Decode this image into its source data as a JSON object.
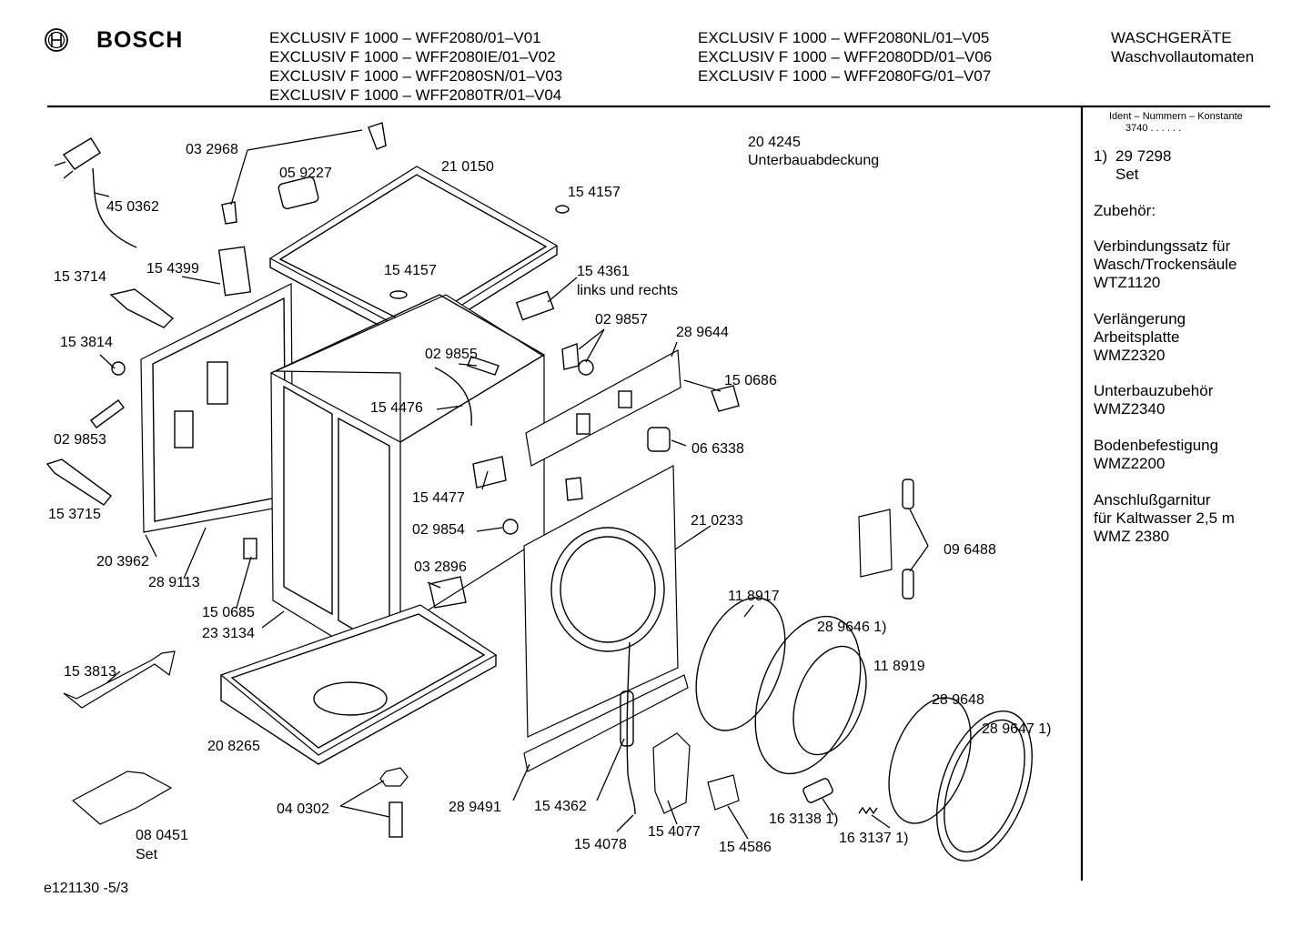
{
  "header": {
    "brand": "BOSCH",
    "models_col1": [
      "EXCLUSIV F 1000 – WFF2080/01–V01",
      "EXCLUSIV F 1000 – WFF2080IE/01–V02",
      "EXCLUSIV F 1000 – WFF2080SN/01–V03",
      "EXCLUSIV F 1000 – WFF2080TR/01–V04"
    ],
    "models_col2": [
      "EXCLUSIV F 1000 – WFF2080NL/01–V05",
      "EXCLUSIV F 1000 – WFF2080DD/01–V06",
      "EXCLUSIV F 1000 – WFF2080FG/01–V07"
    ],
    "category_line1": "WASCHGERÄTE",
    "category_line2": "Waschvollautomaten"
  },
  "sidebar": {
    "ident_heading": "Ident – Nummern – Konstante",
    "ident_value": "3740  . .    . . . .",
    "note_marker": "1)",
    "note_number": "29 7298",
    "note_text": "Set",
    "accessories_heading": "Zubehör:",
    "accessories": [
      [
        "Verbindungssatz für",
        "Wasch/Trockensäule",
        "WTZ1120"
      ],
      [
        "Verlängerung",
        "Arbeitsplatte",
        "WMZ2320"
      ],
      [
        "Unterbauzubehör",
        "WMZ2340"
      ],
      [
        "Bodenbefestigung",
        "WMZ2200"
      ],
      [
        "Anschlußgarnitur",
        "für Kaltwasser 2,5 m",
        "WMZ 2380"
      ]
    ]
  },
  "parts": {
    "p450362": "45 0362",
    "p032968": "03 2968",
    "p059227": "05 9227",
    "p210150": "21 0150",
    "p154157a": "15 4157",
    "p154157b": "15 4157",
    "p204245": "20 4245",
    "p204245_desc": "Unterbauabdeckung",
    "p153714": "15 3714",
    "p154399": "15 4399",
    "p154361": "15 4361",
    "p154361_desc": "links und rechts",
    "p029857": "02 9857",
    "p289644": "28 9644",
    "p153814": "15 3814",
    "p029855": "02 9855",
    "p150686": "15 0686",
    "p154476": "15 4476",
    "p029853": "02 9853",
    "p066338": "06 6338",
    "p154477": "15 4477",
    "p153715": "15 3715",
    "p210233": "21 0233",
    "p029854": "02 9854",
    "p203962": "20 3962",
    "p096488": "09 6488",
    "p289113": "28 9113",
    "p032896": "03 2896",
    "p150685": "15 0685",
    "p233134": "23 3134",
    "p118917": "11 8917",
    "p289646": "28 9646 1)",
    "p118919": "11 8919",
    "p153813": "15 3813",
    "p289648": "28 9648",
    "p289647": "28 9647 1)",
    "p208265": "20 8265",
    "p040302": "04 0302",
    "p289491": "28 9491",
    "p154362": "15 4362",
    "p080451": "08 0451",
    "p080451_desc": "Set",
    "p154077": "15 4077",
    "p154586": "15 4586",
    "p163138": "16 3138 1)",
    "p163137": "16 3137 1)",
    "p154078": "15 4078"
  },
  "footer": {
    "doc_code": "e121130 -5/3"
  }
}
